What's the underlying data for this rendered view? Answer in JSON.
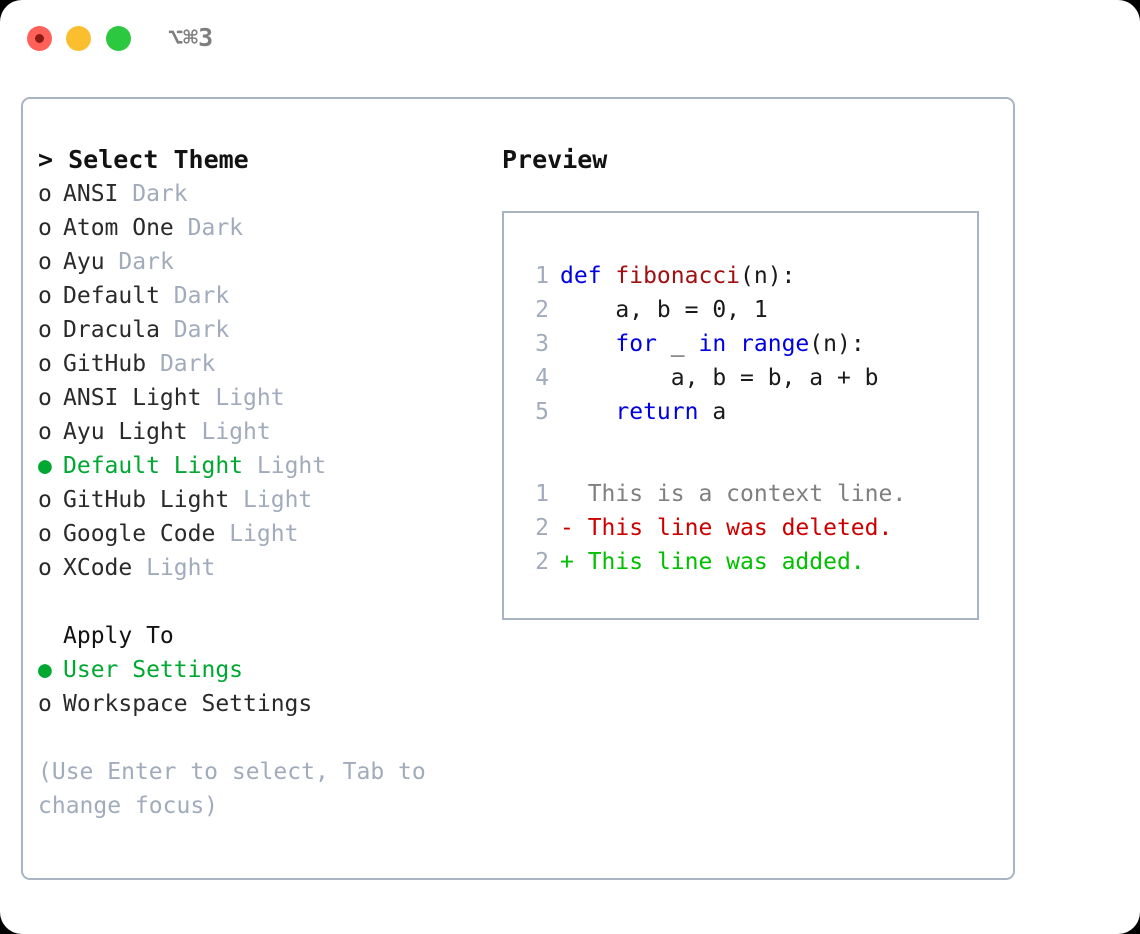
{
  "titlebar": {
    "shortcut": "⌥⌘3",
    "buttons": [
      {
        "name": "close",
        "color": "#ff6058"
      },
      {
        "name": "minimize",
        "color": "#fbbe2f"
      },
      {
        "name": "maximize",
        "color": "#2bc840"
      }
    ]
  },
  "theme_picker": {
    "header": "> Select Theme",
    "items": [
      {
        "marker": "o",
        "name": "ANSI",
        "variant": "Dark",
        "selected": false
      },
      {
        "marker": "o",
        "name": "Atom One",
        "variant": "Dark",
        "selected": false
      },
      {
        "marker": "o",
        "name": "Ayu",
        "variant": "Dark",
        "selected": false
      },
      {
        "marker": "o",
        "name": "Default",
        "variant": "Dark",
        "selected": false
      },
      {
        "marker": "o",
        "name": "Dracula",
        "variant": "Dark",
        "selected": false
      },
      {
        "marker": "o",
        "name": "GitHub",
        "variant": "Dark",
        "selected": false
      },
      {
        "marker": "o",
        "name": "ANSI Light",
        "variant": "Light",
        "selected": false
      },
      {
        "marker": "o",
        "name": "Ayu Light",
        "variant": "Light",
        "selected": false
      },
      {
        "marker": "●",
        "name": "Default Light",
        "variant": "Light",
        "selected": true
      },
      {
        "marker": "o",
        "name": "GitHub Light",
        "variant": "Light",
        "selected": false
      },
      {
        "marker": "o",
        "name": "Google Code",
        "variant": "Light",
        "selected": false
      },
      {
        "marker": "o",
        "name": "XCode",
        "variant": "Light",
        "selected": false
      }
    ]
  },
  "apply_to": {
    "header": "Apply To",
    "items": [
      {
        "marker": "●",
        "name": "User Settings",
        "selected": true
      },
      {
        "marker": "o",
        "name": "Workspace Settings",
        "selected": false
      }
    ]
  },
  "hint": "(Use Enter to select, Tab to change focus)",
  "preview": {
    "title": "Preview",
    "code_lines": [
      {
        "no": "1",
        "tokens": [
          {
            "t": "def ",
            "c": "kw"
          },
          {
            "t": "fibonacci",
            "c": "fn"
          },
          {
            "t": "(n):",
            "c": "txt"
          }
        ]
      },
      {
        "no": "2",
        "tokens": [
          {
            "t": "    a, b = 0, 1",
            "c": "txt"
          }
        ]
      },
      {
        "no": "3",
        "tokens": [
          {
            "t": "    ",
            "c": "txt"
          },
          {
            "t": "for",
            "c": "kw"
          },
          {
            "t": " _ ",
            "c": "txt"
          },
          {
            "t": "in",
            "c": "kw"
          },
          {
            "t": " ",
            "c": "txt"
          },
          {
            "t": "range",
            "c": "kw"
          },
          {
            "t": "(n):",
            "c": "txt"
          }
        ]
      },
      {
        "no": "4",
        "tokens": [
          {
            "t": "        a, b = b, a + b",
            "c": "txt"
          }
        ]
      },
      {
        "no": "5",
        "tokens": [
          {
            "t": "    ",
            "c": "txt"
          },
          {
            "t": "return",
            "c": "kw"
          },
          {
            "t": " a",
            "c": "txt"
          }
        ]
      }
    ],
    "diff_lines": [
      {
        "no": "1",
        "sign": "  ",
        "text": "This is a context line.",
        "c": "ctx"
      },
      {
        "no": "2",
        "sign": "- ",
        "text": "This line was deleted.",
        "c": "del"
      },
      {
        "no": "2",
        "sign": "+ ",
        "text": "This line was added.",
        "c": "add"
      }
    ]
  },
  "colors": {
    "accent_green": "#00a832",
    "muted": "#a2abbb",
    "keyword": "#0000e0",
    "function": "#a01010",
    "diff_deleted": "#cc0000",
    "diff_added": "#00c000",
    "border": "#a9b4c2"
  }
}
